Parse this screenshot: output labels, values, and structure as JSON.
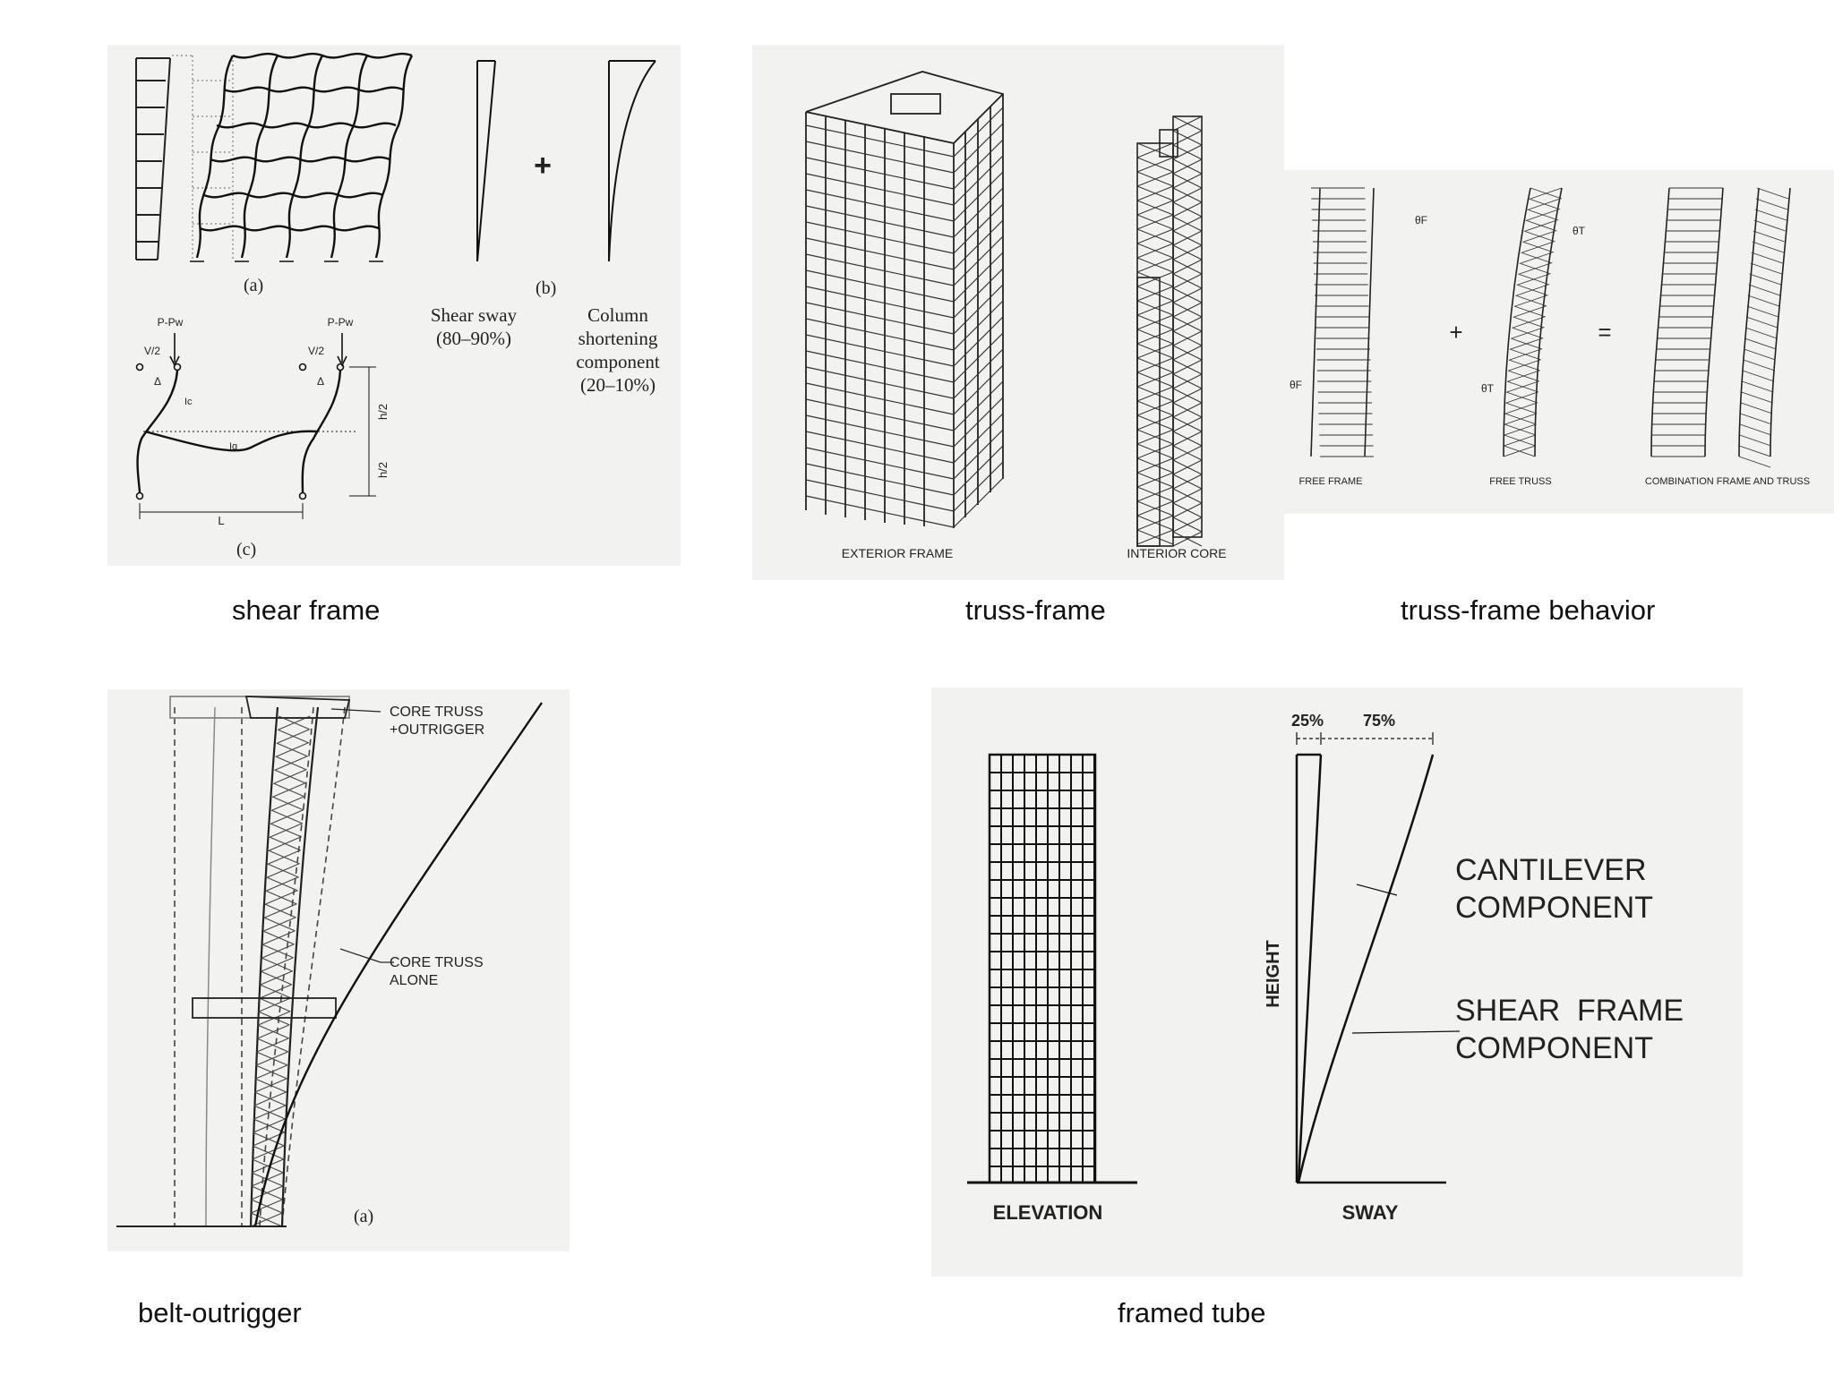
{
  "captions": {
    "shear_frame": "shear frame",
    "truss_frame": "truss-frame",
    "truss_frame_behavior": "truss-frame behavior",
    "belt_outrigger": "belt-outrigger",
    "framed_tube": "framed tube"
  },
  "shear_frame": {
    "label_a": "(a)",
    "label_b": "(b)",
    "label_c": "(c)",
    "shear_sway": [
      "Shear sway",
      "(80–90%)"
    ],
    "column_shortening": [
      "Column",
      "shortening",
      "component",
      "(20–10%)"
    ],
    "plus": "+",
    "load_left": "P-Pw",
    "load_right": "P-Pw",
    "shear_left": "V/2",
    "shear_right": "V/2",
    "delta": "Δ",
    "ic": "Ic",
    "ig": "Ig",
    "h_half_top": "h/2",
    "h_half_bottom": "h/2",
    "span": "L"
  },
  "truss_frame": {
    "exterior_frame": "EXTERIOR FRAME",
    "interior_core": "INTERIOR CORE"
  },
  "truss_frame_behavior": {
    "free_frame": "FREE FRAME",
    "free_truss": "FREE TRUSS",
    "combination": "COMBINATION FRAME AND TRUSS",
    "theta_f": "θF",
    "theta_t": "θT",
    "plus": "+",
    "equals": "="
  },
  "belt_outrigger": {
    "core_truss_outrigger": [
      "CORE TRUSS",
      "+OUTRIGGER"
    ],
    "core_truss_alone": [
      "CORE TRUSS",
      "ALONE"
    ],
    "label_a": "(a)"
  },
  "framed_tube": {
    "elevation": "ELEVATION",
    "sway": "SWAY",
    "height": "HEIGHT",
    "pct_25": "25%",
    "pct_75": "75%",
    "cantilever": [
      "CANTILEVER",
      "COMPONENT"
    ],
    "shear_frame": [
      "SHEAR  FRAME",
      "COMPONENT"
    ]
  }
}
